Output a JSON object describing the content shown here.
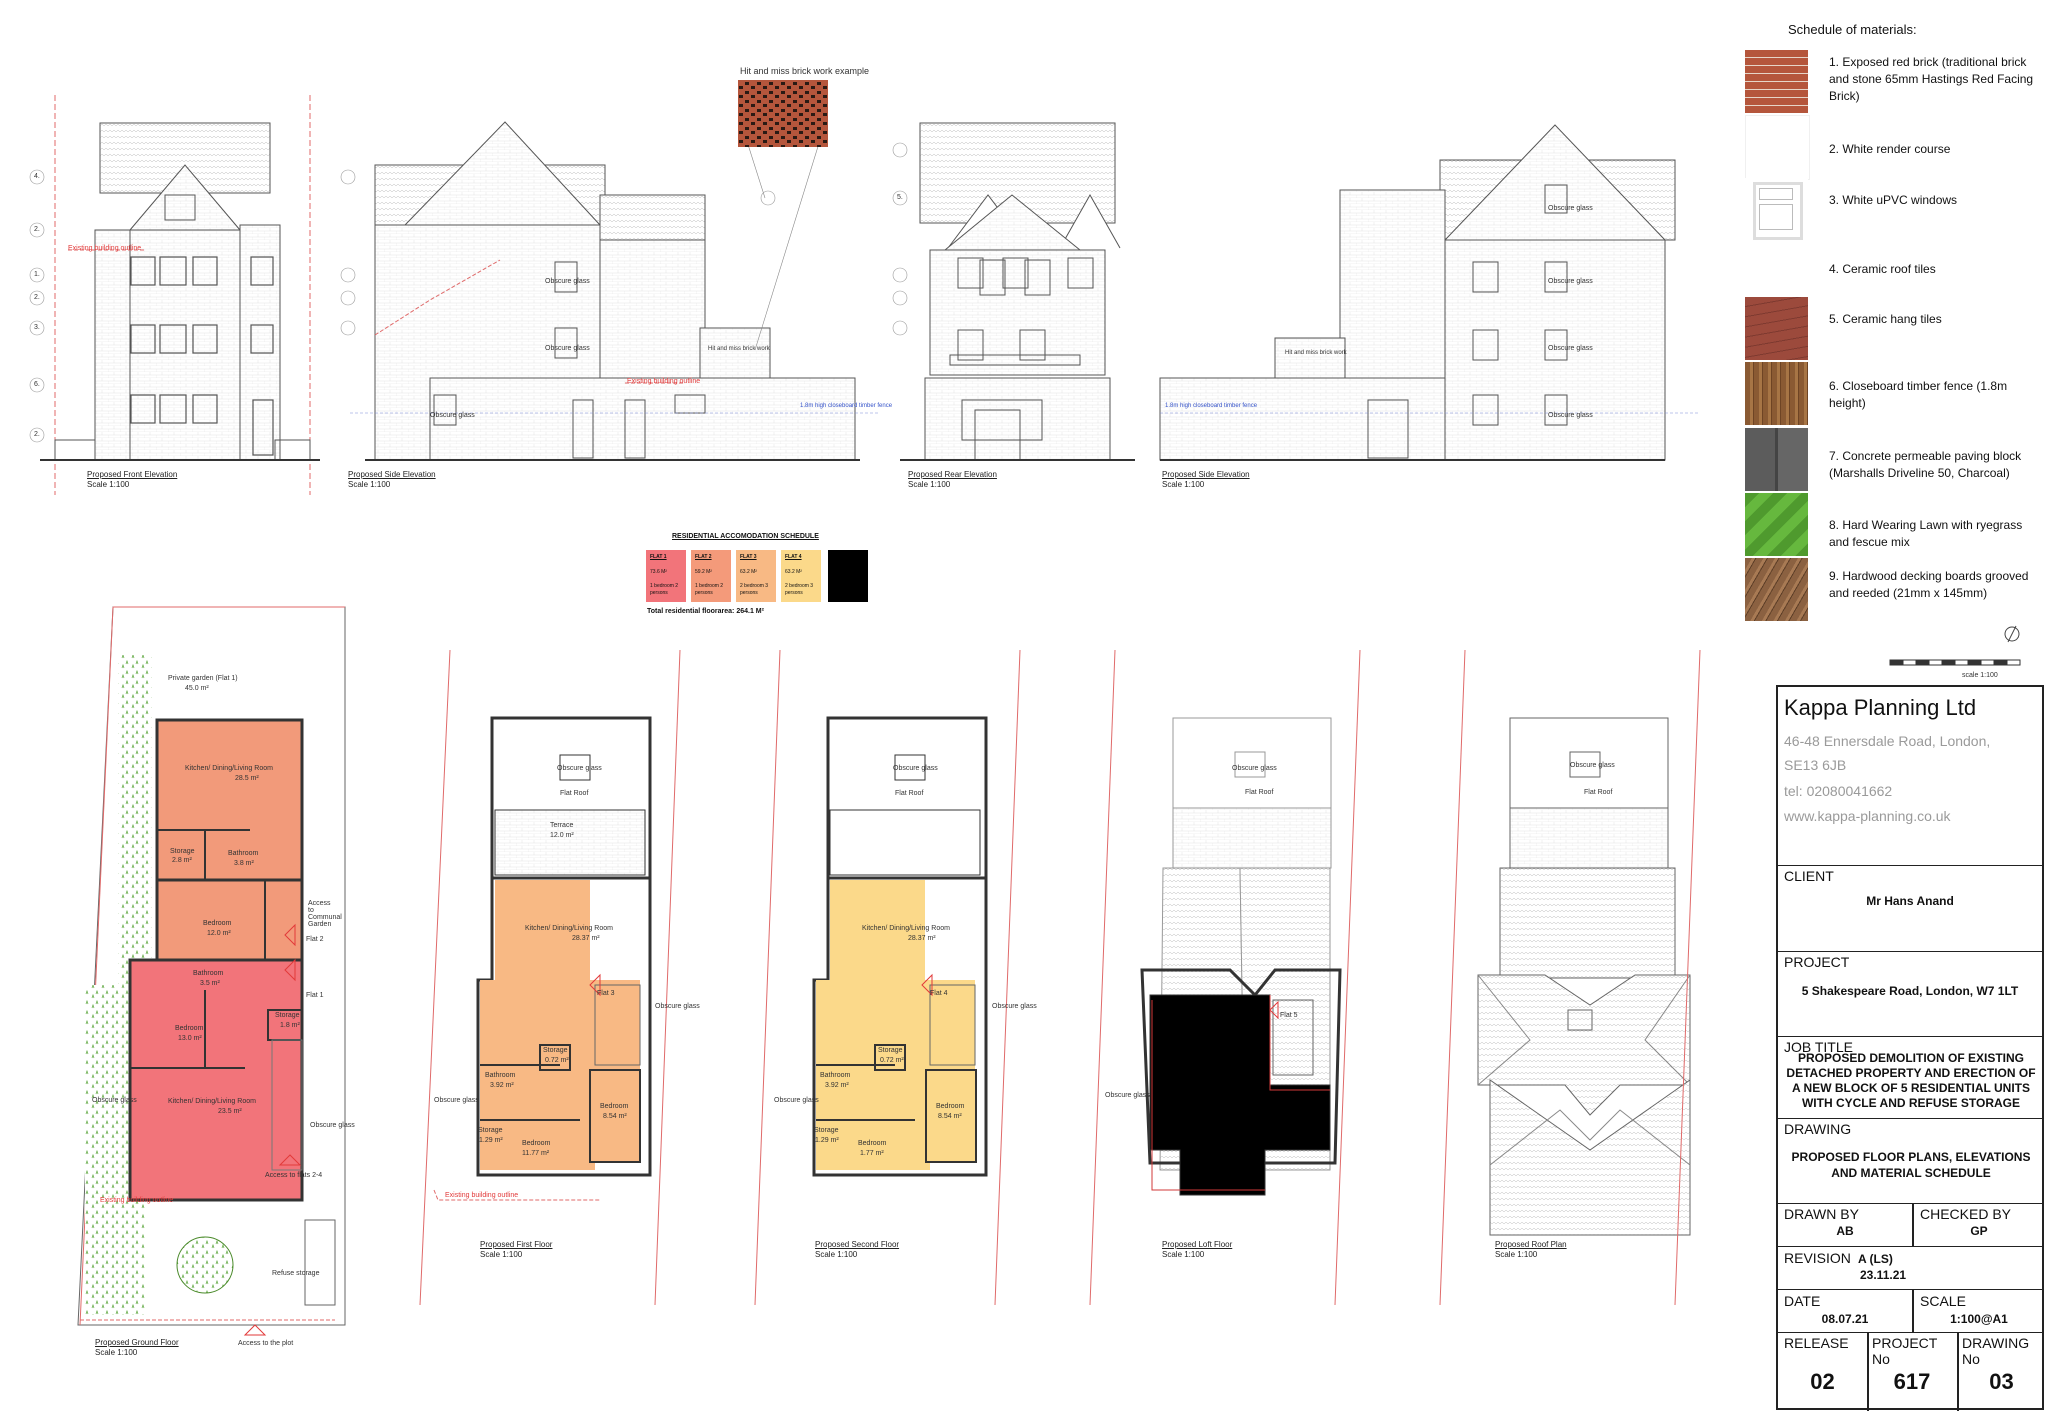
{
  "elevations": {
    "front": {
      "title": "Proposed Front Elevation",
      "scale": "Scale 1:100"
    },
    "side1": {
      "title": "Proposed Side Elevation",
      "scale": "Scale 1:100"
    },
    "rear": {
      "title": "Proposed Rear Elevation",
      "scale": "Scale 1:100"
    },
    "side2": {
      "title": "Proposed Side Elevation",
      "scale": "Scale 1:100"
    },
    "hit_miss_title": "Hit and miss brick work example",
    "hit_miss_label": "Hit and miss brick work",
    "existing_outline": "Existing building outline",
    "obscure_glass": "Obscure glass",
    "fence_label": "1.8m high closeboard timber fence",
    "level_markers": [
      "4.",
      "2.",
      "1.",
      "2.",
      "3.",
      "6.",
      "2.",
      "5."
    ]
  },
  "materials": {
    "title": "Schedule of materials:",
    "items": [
      {
        "label": "1. Exposed red brick (traditional brick and stone 65mm Hastings Red Facing Brick)",
        "color": "#b5563c"
      },
      {
        "label": "2. White render course",
        "color": "#ffffff"
      },
      {
        "label": "3. White uPVC windows",
        "color": "#ffffff"
      },
      {
        "label": "4. Ceramic roof tiles",
        "color": "#ffffff"
      },
      {
        "label": "5. Ceramic hang tiles",
        "color": "#9c4a3c"
      },
      {
        "label": "6. Closeboard timber fence (1.8m height)",
        "color": "#8a5a33"
      },
      {
        "label": "7. Concrete permeable paving block (Marshalls Driveline 50, Charcoal)",
        "color": "#5c5c5c"
      },
      {
        "label": "8. Hard Wearing Lawn with ryegrass and fescue mix",
        "color": "#4f9a2e"
      },
      {
        "label": "9. Hardwood decking boards grooved and reeded (21mm x 145mm)",
        "color": "#8b6141"
      }
    ]
  },
  "accommodation": {
    "title": "RESIDENTIAL ACCOMODATION SCHEDULE",
    "flats": [
      {
        "name": "FLAT 1",
        "area": "73.6 M²",
        "desc": "1 bedroom  2 persons",
        "color": "#f2747a"
      },
      {
        "name": "FLAT 2",
        "area": "59.2 M²",
        "desc": "1 bedroom  2 persons",
        "color": "#f49a7a"
      },
      {
        "name": "FLAT 3",
        "area": "63.2 M²",
        "desc": "2 bedroom  3 persons",
        "color": "#f8b984"
      },
      {
        "name": "FLAT 4",
        "area": "63.2 M²",
        "desc": "2 bedroom  3 persons",
        "color": "#fbd98a"
      },
      {
        "name": "",
        "area": "",
        "desc": "",
        "color": "#000000"
      }
    ],
    "total": "Total residential floorarea: 264.1 M²"
  },
  "plans": {
    "ground": {
      "title": "Proposed Ground Floor",
      "scale": "Scale 1:100"
    },
    "first": {
      "title": "Proposed First Floor",
      "scale": "Scale 1:100"
    },
    "second": {
      "title": "Proposed Second Floor",
      "scale": "Scale 1:100"
    },
    "loft": {
      "title": "Proposed Loft Floor",
      "scale": "Scale 1:100"
    },
    "roof": {
      "title": "Proposed Roof Plan",
      "scale": "Scale 1:100"
    },
    "rooms": {
      "garden": "Private garden (Flat 1)",
      "garden_area": "45.0 m²",
      "kitchen": "Kitchen/ Dining/Living Room",
      "kitchen_g2": "28.5 m²",
      "kitchen_g1": "23.5 m²",
      "kitchen_f": "28.37 m²",
      "storage": "Storage",
      "storage_g": "2.8 m²",
      "bathroom": "Bathroom",
      "bathroom_g2": "3.8 m²",
      "bathroom_g1": "3.5 m²",
      "bedroom": "Bedroom",
      "bedroom_g2": "12.0 m²",
      "bedroom_g1": "13.0 m²",
      "storage_g1": "1.8 m²",
      "terrace": "Terrace",
      "terrace_area": "12.0 m²",
      "flat_roof": "Flat Roof",
      "bath_f": "3.92 m²",
      "storage_f": "0.72 m²",
      "bed_f1": "8.54 m²",
      "storage_f2": "1.29 m²",
      "bed_f2": "11.77 m²",
      "bed_s2": "1.77 m²",
      "flat1": "Flat 1",
      "flat2": "Flat 2",
      "flat3": "Flat 3",
      "flat4": "Flat 4",
      "flat5": "Flat 5",
      "access_communal": "Access to Communal Garden",
      "access_flats": "Access to flats 2-4",
      "access_plot": "Access to the plot",
      "refuse": "Refuse storage",
      "obscure": "Obscure glass",
      "existing": "Existing building outline"
    },
    "scale_bar": "scale 1:100"
  },
  "titleblock": {
    "company": "Kappa Planning Ltd",
    "address1": "46-48 Ennersdale Road, London,",
    "address2": "SE13 6JB",
    "tel": "tel: 02080041662",
    "web": "www.kappa-planning.co.uk",
    "client_h": "CLIENT",
    "client": "Mr Hans Anand",
    "project_h": "PROJECT",
    "project": "5 Shakespeare Road, London, W7 1LT",
    "jobtitle_h": "JOB TITLE",
    "jobtitle": "PROPOSED DEMOLITION OF EXISTING DETACHED PROPERTY AND ERECTION OF A NEW BLOCK OF 5 RESIDENTIAL UNITS WITH CYCLE AND REFUSE STORAGE",
    "drawing_h": "DRAWING",
    "drawing": "PROPOSED FLOOR PLANS, ELEVATIONS AND MATERIAL SCHEDULE",
    "drawnby_h": "DRAWN BY",
    "drawnby": "AB",
    "checkedby_h": "CHECKED BY",
    "checkedby": "GP",
    "revision_h": "REVISION",
    "revision": "A (LS)",
    "revision_date": "23.11.21",
    "date_h": "DATE",
    "date": "08.07.21",
    "scale_h": "SCALE",
    "scale": "1:100@A1",
    "release_h": "RELEASE",
    "release": "02",
    "projno_h": "PROJECT No",
    "projno": "617",
    "drawingno_h": "DRAWING No",
    "drawingno": "03"
  }
}
